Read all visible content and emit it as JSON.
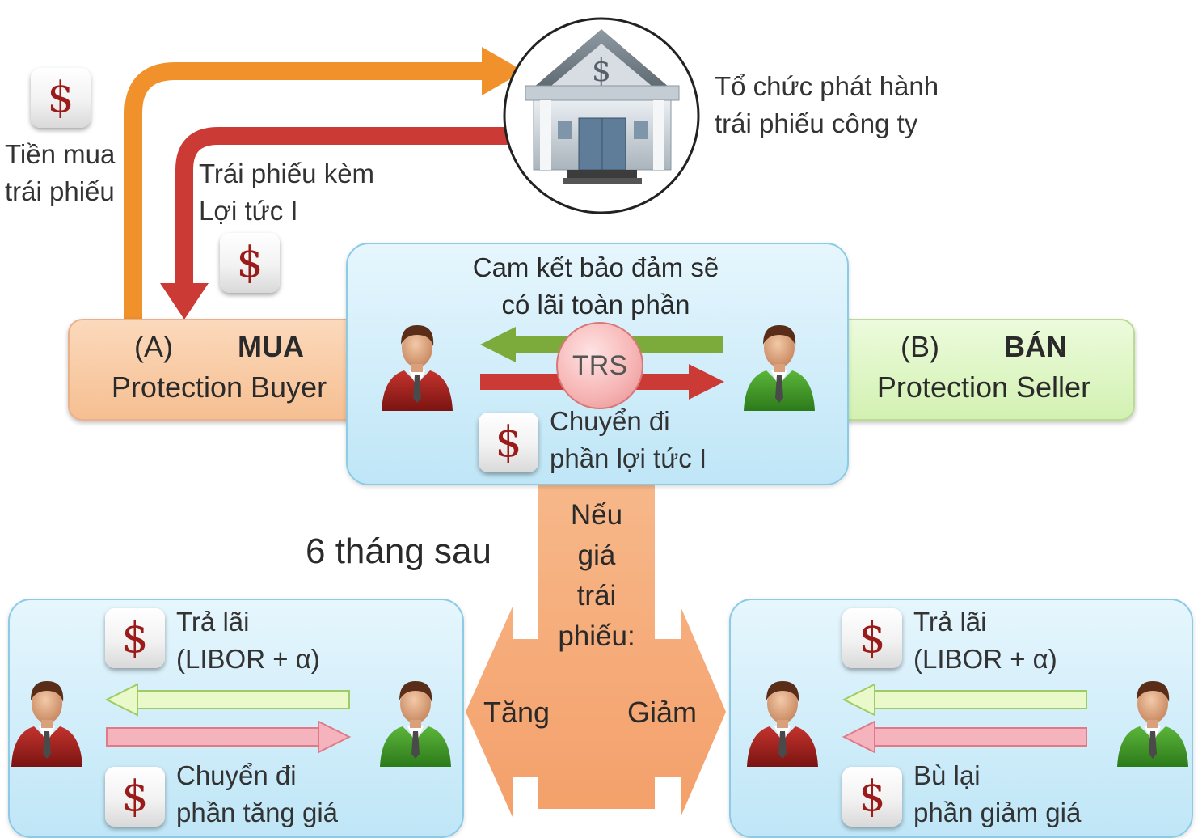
{
  "issuer": {
    "label_line1": "Tổ chức phát hành",
    "label_line2": "trái phiếu công ty"
  },
  "flows": {
    "payment_line1": "Tiền mua",
    "payment_line2": "trái phiếu",
    "bond_line1": "Trái phiếu kèm",
    "bond_line2": "Lợi tức I"
  },
  "party_a": {
    "code": "(A)",
    "role": "MUA",
    "name": "Protection Buyer"
  },
  "party_b": {
    "code": "(B)",
    "role": "BÁN",
    "name": "Protection Seller"
  },
  "agreement": {
    "commit_line1": "Cam kết bảo đảm sẽ",
    "commit_line2": "có lãi toàn phần",
    "trs": "TRS",
    "transfer_line1": "Chuyển đi",
    "transfer_line2": "phần lợi tức I"
  },
  "later": {
    "time_label": "6 tháng sau",
    "cond_line1": "Nếu",
    "cond_line2": "giá",
    "cond_line3": "trái",
    "cond_line4": "phiếu:",
    "increase": "Tăng",
    "decrease": "Giảm"
  },
  "scenario_up": {
    "pay_line1": "Trả lãi",
    "pay_line2": "(LIBOR + α)",
    "recv_line1": "Chuyển đi",
    "recv_line2": "phần tăng giá"
  },
  "scenario_down": {
    "pay_line1": "Trả lãi",
    "pay_line2": "(LIBOR + α)",
    "recv_line1": "Bù lại",
    "recv_line2": "phần giảm giá"
  },
  "symbols": {
    "dollar": "$"
  },
  "colors": {
    "orange_arrow": "#f0912b",
    "red_arrow": "#cc3a35",
    "green_arrow": "#7cab3b",
    "buyer_box": "#f8c9a0",
    "seller_box": "#d8f5bb",
    "panel": "#bfe6f7",
    "light_green_arrow": "#e9f9c9",
    "light_red_arrow": "#f5b3bd"
  }
}
